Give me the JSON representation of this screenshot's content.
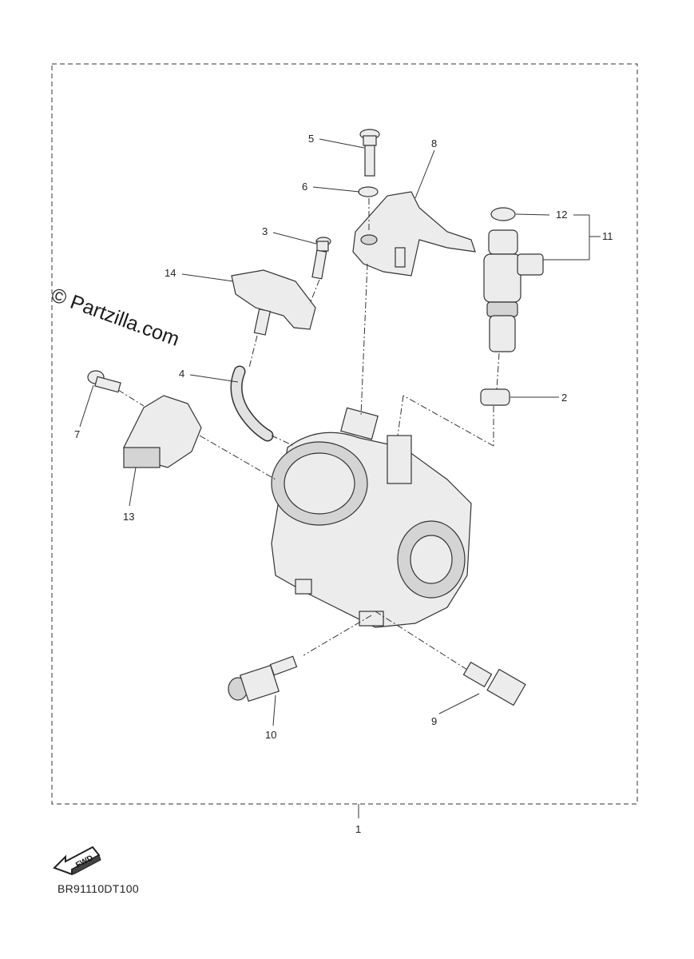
{
  "diagram_code": "BR91110DT100",
  "watermark": "© Partzilla.com",
  "fwd_label": "FWD",
  "callouts": {
    "c1": "1",
    "c2": "2",
    "c3": "3",
    "c4": "4",
    "c5": "5",
    "c6": "6",
    "c7": "7",
    "c8": "8",
    "c9": "9",
    "c10": "10",
    "c11": "11",
    "c12": "12",
    "c13": "13",
    "c14": "14"
  }
}
